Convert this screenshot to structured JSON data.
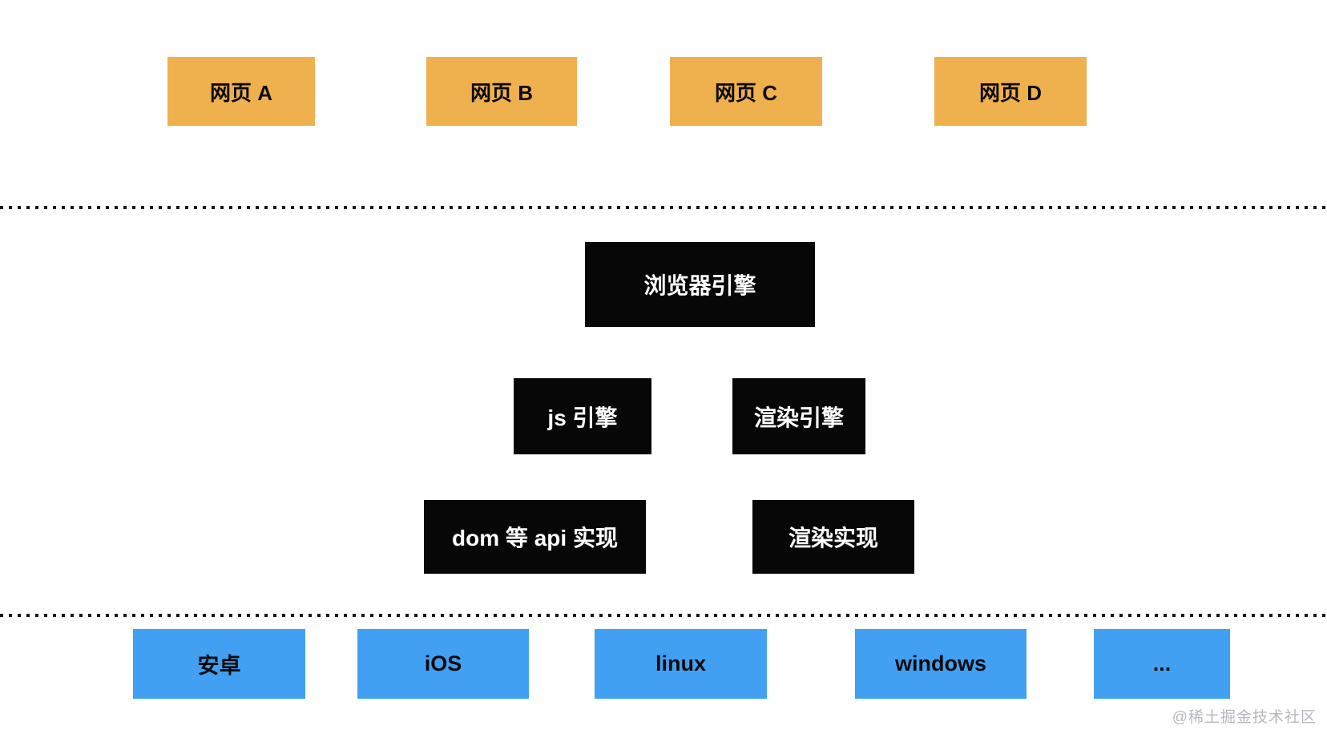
{
  "diagram": {
    "pages": [
      {
        "label": "网页 A"
      },
      {
        "label": "网页 B"
      },
      {
        "label": "网页 C"
      },
      {
        "label": "网页 D"
      }
    ],
    "browser_engine": {
      "label": "浏览器引擎"
    },
    "engines": [
      {
        "label": "js 引擎"
      },
      {
        "label": "渲染引擎"
      }
    ],
    "implementations": [
      {
        "label": "dom 等 api 实现"
      },
      {
        "label": "渲染实现"
      }
    ],
    "platforms": [
      {
        "label": "安卓"
      },
      {
        "label": "iOS"
      },
      {
        "label": "linux"
      },
      {
        "label": "windows"
      },
      {
        "label": "..."
      }
    ],
    "colors": {
      "webpage_box": "#efb04e",
      "engine_box": "#070707",
      "platform_box": "#42a0f2",
      "dotted_line": "#161616",
      "background": "#ffffff",
      "watermark_text": "#b5b9bd"
    }
  },
  "watermark": {
    "text": "@稀土掘金技术社区"
  }
}
